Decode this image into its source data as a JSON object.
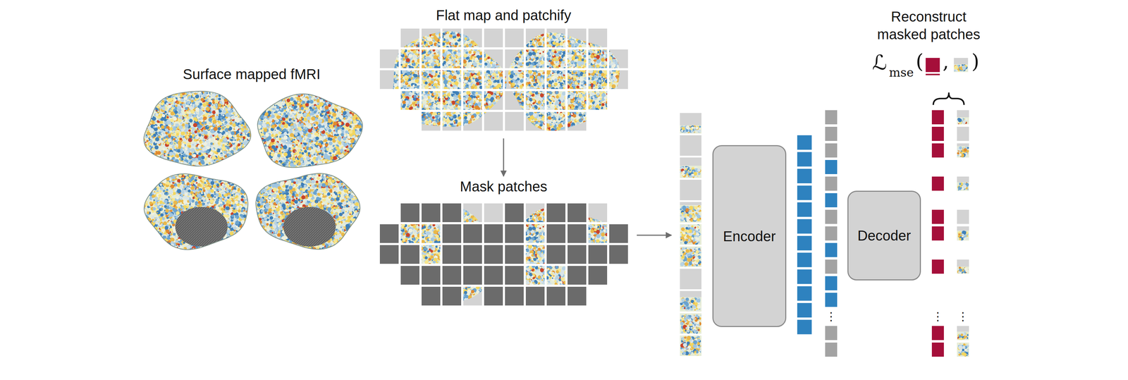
{
  "diagram": {
    "nodes": [
      {
        "text": [
          "Flat map and patchify"
        ]
      },
      {
        "text": [
          "Mask patches"
        ]
      },
      {
        "text": [
          "Encoder"
        ]
      },
      {
        "text": [
          "Decoder"
        ]
      }
    ],
    "edges": [
      {
        "from": 0,
        "to": 1,
        "arrow": "to"
      }
    ],
    "labels": [
      "Surface mapped fMRI",
      "Reconstruct masked patches",
      "ℒ",
      "mse",
      "(",
      ",",
      ")",
      "⋮",
      "⋮",
      "⋮"
    ]
  }
}
